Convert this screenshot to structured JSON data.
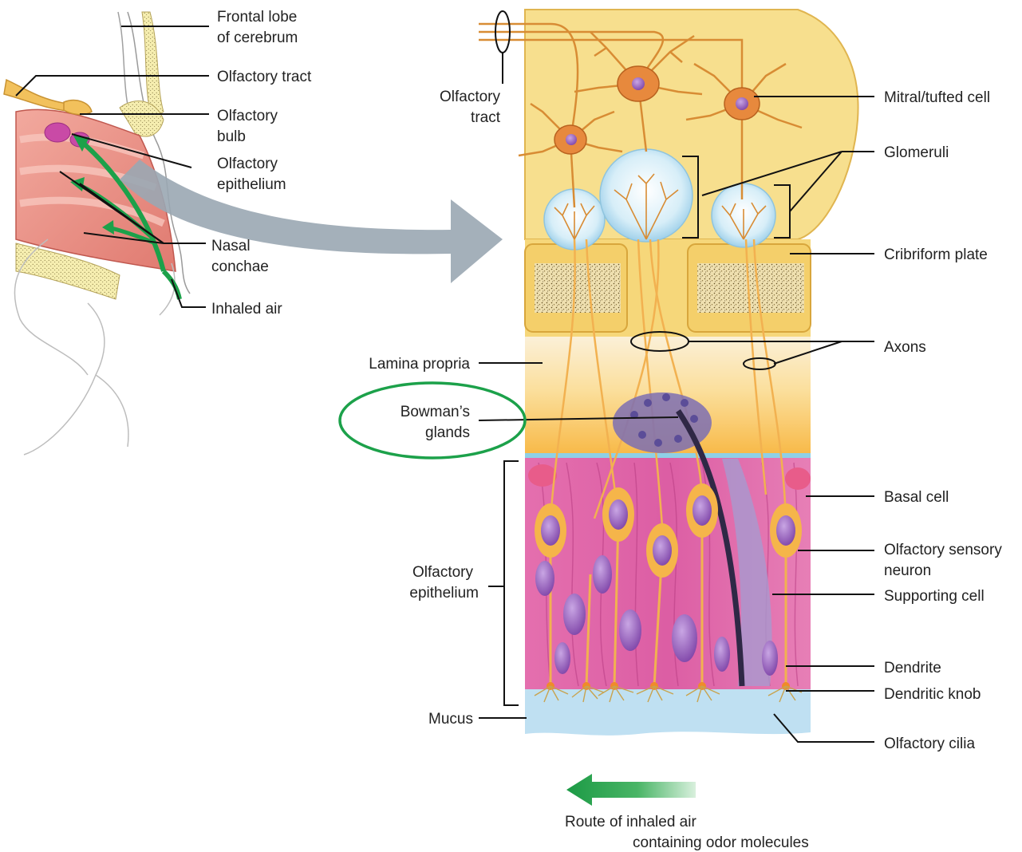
{
  "labels_left": {
    "frontal_lobe_l1": "Frontal lobe",
    "frontal_lobe_l2": "of cerebrum",
    "olfactory_tract": "Olfactory tract",
    "olfactory_bulb_l1": "Olfactory",
    "olfactory_bulb_l2": "bulb",
    "olfactory_epi_l1": "Olfactory",
    "olfactory_epi_l2": "epithelium",
    "nasal_conchae_l1": "Nasal",
    "nasal_conchae_l2": "conchae",
    "inhaled_air": "Inhaled air"
  },
  "labels_center": {
    "olfactory_tract_l1": "Olfactory",
    "olfactory_tract_l2": "tract",
    "lamina_propria": "Lamina propria",
    "bowmans_l1": "Bowman’s",
    "bowmans_l2": "glands",
    "olfactory_epi_l1": "Olfactory",
    "olfactory_epi_l2": "epithelium",
    "mucus": "Mucus"
  },
  "labels_right": {
    "mitral": "Mitral/tufted cell",
    "glomeruli": "Glomeruli",
    "cribriform": "Cribriform plate",
    "axons": "Axons",
    "basal": "Basal cell",
    "osn_l1": "Olfactory sensory",
    "osn_l2": "neuron",
    "supporting": "Supporting cell",
    "dendrite": "Dendrite",
    "knob": "Dendritic knob",
    "cilia": "Olfactory cilia"
  },
  "legend": {
    "line1": "Route of inhaled air",
    "line2": "containing odor molecules"
  },
  "colors": {
    "bulb_yellow": "#f7df8e",
    "bulb_edge": "#e9b94e",
    "epithelium_pink": "#df64a8",
    "nucleus_purple": "#9a64c0",
    "neuron_orange": "#f0a843",
    "mucus_blue": "#bfe0f2",
    "highlight_green": "#1ca14a",
    "arrow_grey": "#9aa7b3"
  }
}
